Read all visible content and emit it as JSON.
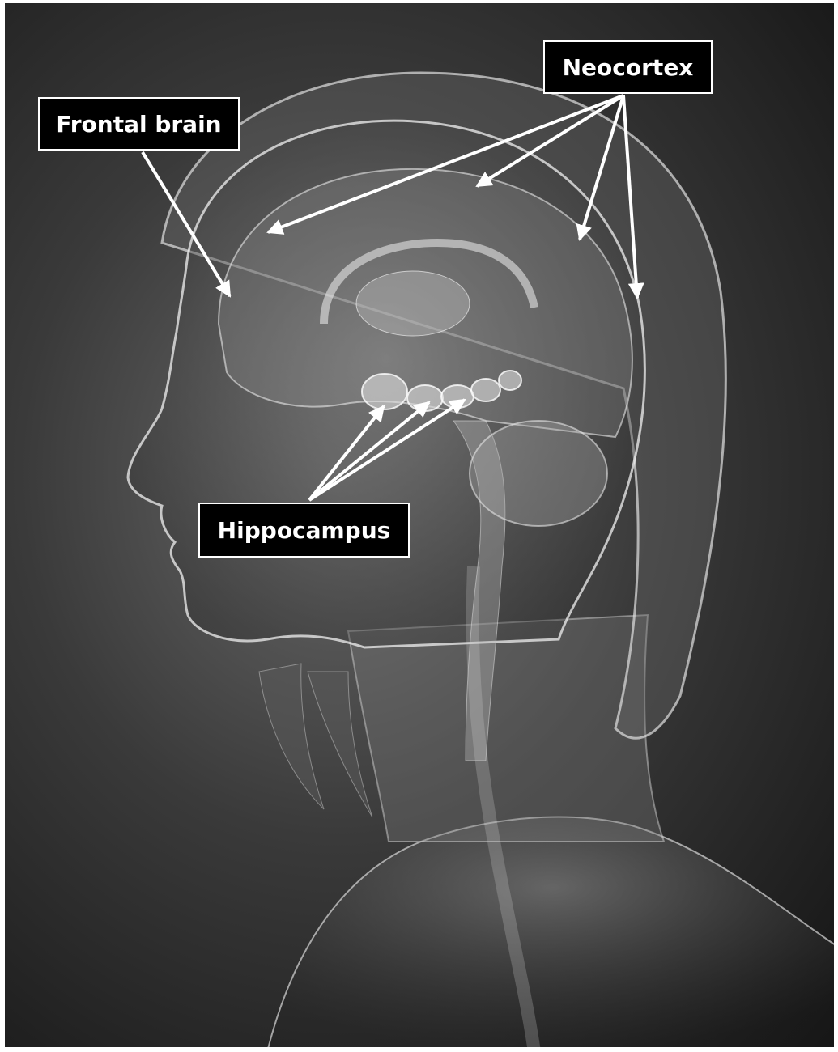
{
  "labels": {
    "frontal_brain": "Frontal brain",
    "neocortex": "Neocortex",
    "hippocampus": "Hippocampus"
  },
  "colors": {
    "background_center": "#6a6a6a",
    "background_edge": "#141414",
    "label_box": "#000000",
    "label_text_border": "#ffffff"
  }
}
